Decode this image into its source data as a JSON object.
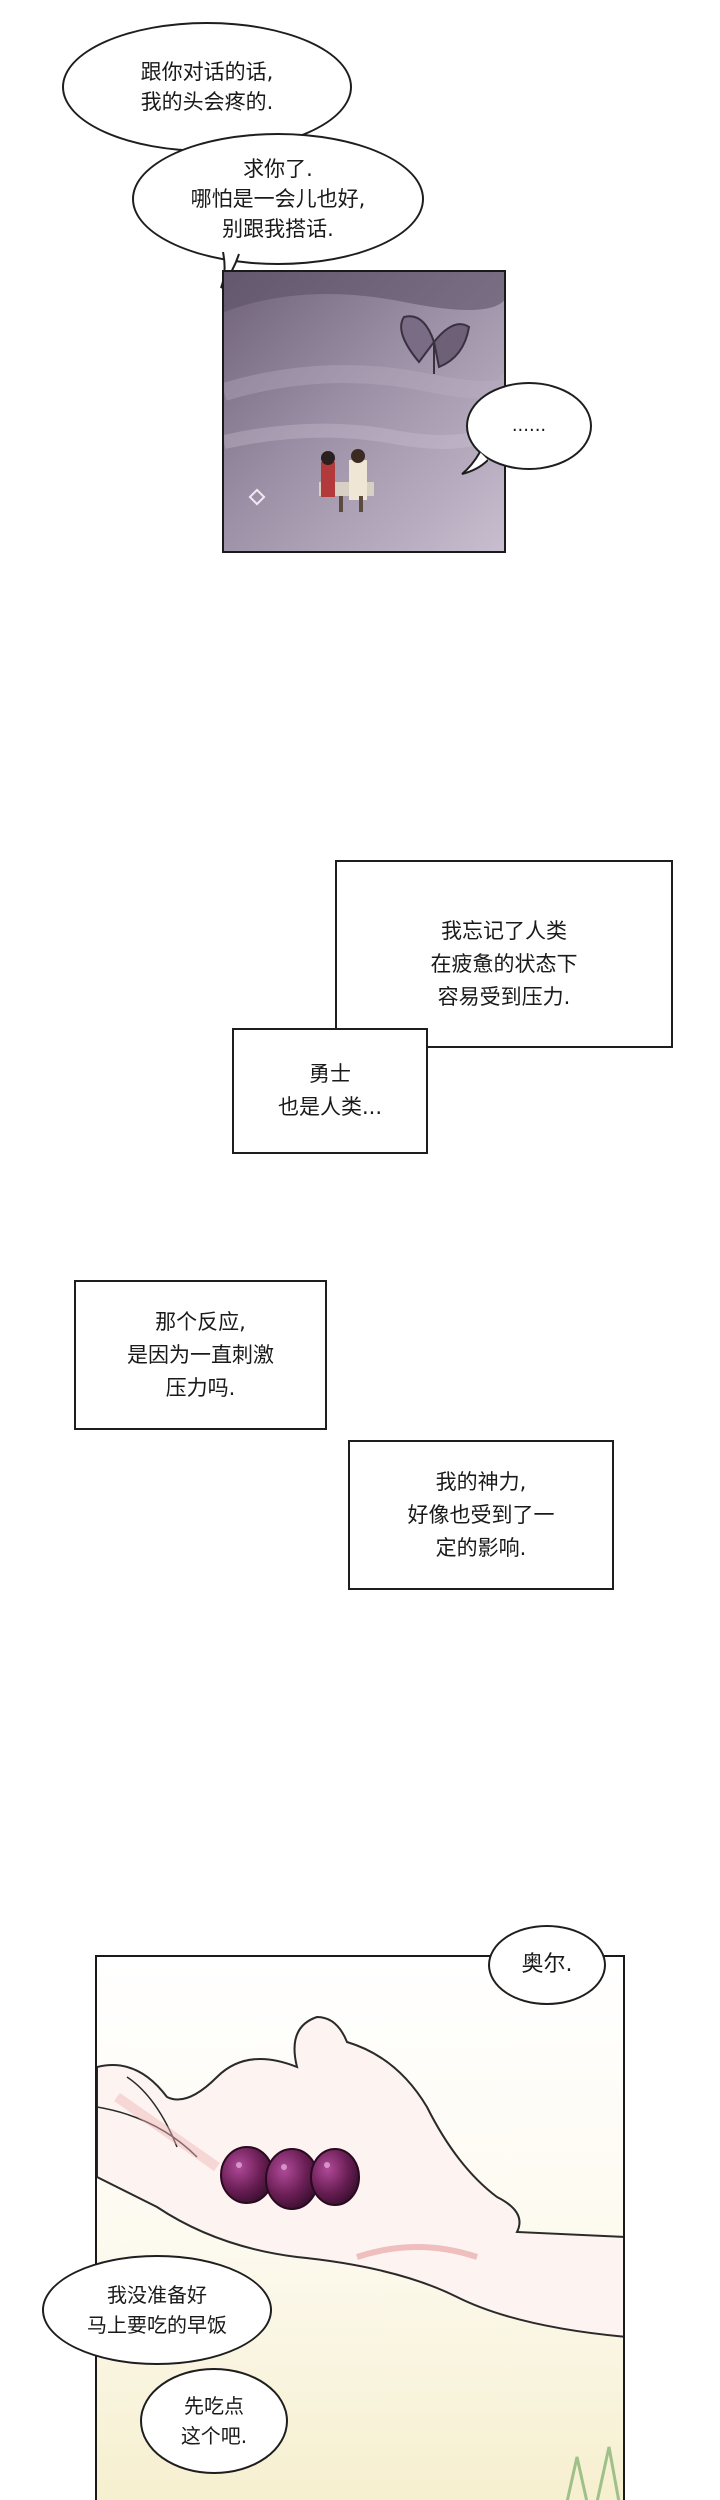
{
  "top_bubble_1": {
    "lines": [
      "跟你对话的话,",
      "我的头会疼的."
    ]
  },
  "top_bubble_2": {
    "lines": [
      "求你了.",
      "哪怕是一会儿也好,",
      "别跟我搭话."
    ]
  },
  "panel_1_bubble": {
    "text": "......"
  },
  "box_1": {
    "lines": [
      "我忘记了人类",
      "在疲惫的状态下",
      "容易受到压力."
    ]
  },
  "box_2": {
    "lines": [
      "勇士",
      "也是人类..."
    ]
  },
  "box_3": {
    "lines": [
      "那个反应,",
      "是因为一直刺激",
      "压力吗."
    ]
  },
  "box_4": {
    "lines": [
      "我的神力,",
      "好像也受到了一",
      "定的影响."
    ]
  },
  "panel_2_bubble_top": {
    "text": "奥尔."
  },
  "panel_2_bubble_mid": {
    "lines": [
      "我没准备好",
      "马上要吃的早饭"
    ]
  },
  "panel_2_bubble_bottom": {
    "lines": [
      "先吃点",
      "这个吧."
    ]
  },
  "colors": {
    "panel_1_sky": "#a395ab",
    "panel_2_glow": "#fbf7df",
    "grape": "#6b1f55",
    "hand_outline": "#2a2a2a"
  }
}
